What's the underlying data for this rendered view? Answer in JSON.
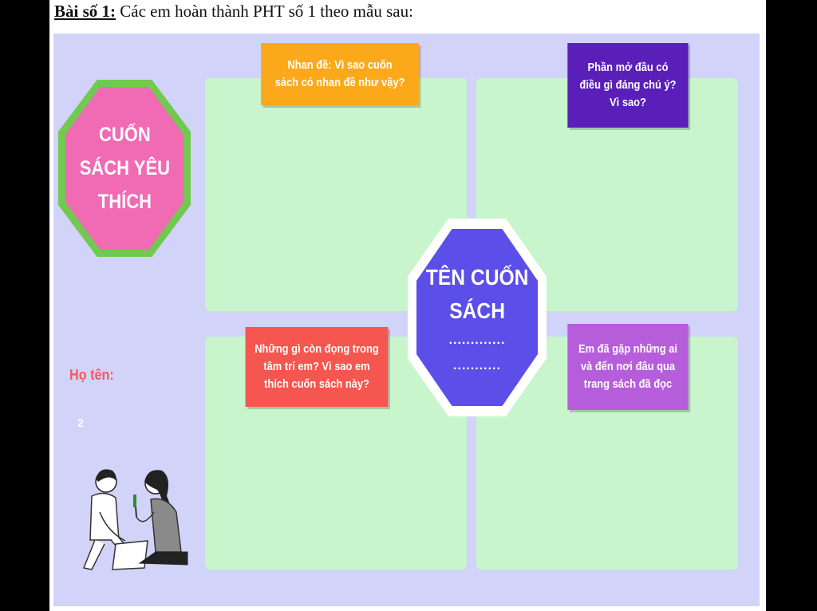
{
  "heading": {
    "prefix": "Bài số 1:",
    "text": " Các em hoàn thành PHT số 1 theo mẫu sau:"
  },
  "worksheet": {
    "favorite_book_lines": [
      "CUỐN",
      "SÁCH YÊU",
      "THÍCH"
    ],
    "center_title_lines": [
      "TÊN CUỐN",
      "SÁCH"
    ],
    "center_dots": [
      ".............",
      "..........."
    ],
    "questions": {
      "title": [
        "Nhan đề: Vì sao cuốn",
        "sách có nhan đề như vậy?"
      ],
      "opening": [
        "Phần mở đầu có",
        "điều gì đáng chú ý?",
        "Vì sao?"
      ],
      "memories": [
        "Những gì còn đọng trong",
        "tâm trí em? Vì sao em",
        "thích cuốn sách này?"
      ],
      "characters": [
        "Em đã gặp những ai",
        "và đến nơi đâu qua",
        "trang sách đã đọc"
      ]
    },
    "name_label": "Họ tên:",
    "name_value": "2"
  },
  "colors": {
    "background": "#d1d3f9",
    "panel": "#c8f5cc",
    "orange": "#fba91b",
    "purple": "#5a1fb8",
    "red": "#f5564f",
    "violet": "#b65ddc",
    "pink": "#f06ab4",
    "green_border": "#72c94f",
    "blue_octagon": "#5c4ee8"
  },
  "illustration": "two-students-reading-icon"
}
